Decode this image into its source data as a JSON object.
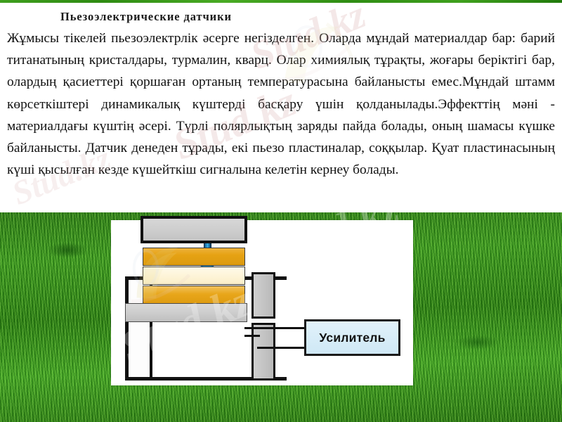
{
  "slide": {
    "title": "Пьезоэлектрические датчики",
    "body": "Жұмысы тікелей пьезоэлектрлік әсерге негізделген. Оларда мұндай материалдар бар: барий титанатының кристалдары, турмалин, кварц. Олар химиялық тұрақты, жоғары беріктігі бар, олардың қасиеттері қоршаған ортаның температурасына байланысты емес.Мұндай штамм көрсеткіштері динамикалық күштерді басқару үшін қолданылады.Эффекттің мәні - материалдағы күштің әсері. Түрлі полярлықтың заряды пайда болады, оның шамасы күшке байланысты. Датчик денеден тұрады, екі пьезо пластиналар, соққылар. Қуат пластинасының күші қысылған кезде күшейткіш сигналына келетін кернеу болады."
  },
  "diagram": {
    "amplifier_label": "Усилитель",
    "arrow": "down-force-arrow",
    "layers": [
      {
        "name": "top-metal-plate",
        "color": "#cfcfcf"
      },
      {
        "name": "piezo-plate-upper",
        "color": "#e6a213"
      },
      {
        "name": "insulating-plate-middle",
        "color": "#fdf3d5"
      },
      {
        "name": "piezo-plate-lower",
        "color": "#e8a61a"
      },
      {
        "name": "bottom-metal-plate",
        "color": "#cdcdcd"
      }
    ],
    "electrodes": [
      {
        "name": "electrode-upper",
        "color": "#c4c4c4"
      },
      {
        "name": "electrode-lower",
        "color": "#c4c4c4"
      }
    ],
    "wires": 2
  },
  "watermark": {
    "text_a": "Stud.kz",
    "text_b": "Stud.kz",
    "text_c": "Stud.kz",
    "text_d": "Stud.kz",
    "text_e": "Stud.kz"
  },
  "colors": {
    "top_strip": "#2e8b12",
    "grass": "#3f9c22",
    "amplifier_fill": "#d8edf8",
    "arrow_blue": "#1d7fb6",
    "piezo_orange": "#e6a213",
    "insulator_cream": "#fdf3d5",
    "metal_gray": "#cdcdcd",
    "outline_black": "#111111"
  }
}
